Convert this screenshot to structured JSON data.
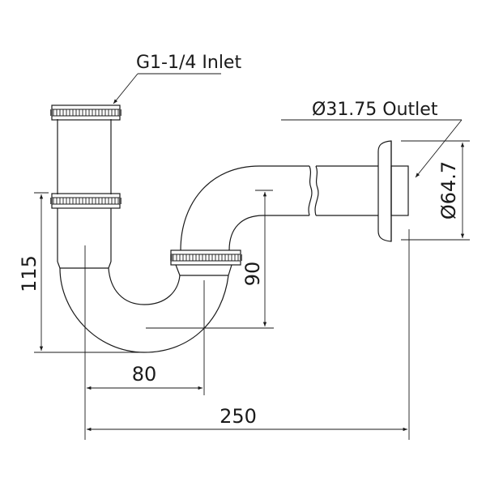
{
  "diagram": {
    "subject": "P-trap pipe technical drawing",
    "labels": {
      "inlet": "G1-1/4 Inlet",
      "outlet": "Ø31.75 Outlet"
    },
    "dimensions": {
      "height_total": "115",
      "height_outlet": "90",
      "width_trap": "80",
      "width_total": "250",
      "flange_diameter": "Ø64.7"
    },
    "colors": {
      "line": "#1a1a1a",
      "background": "#ffffff"
    }
  }
}
